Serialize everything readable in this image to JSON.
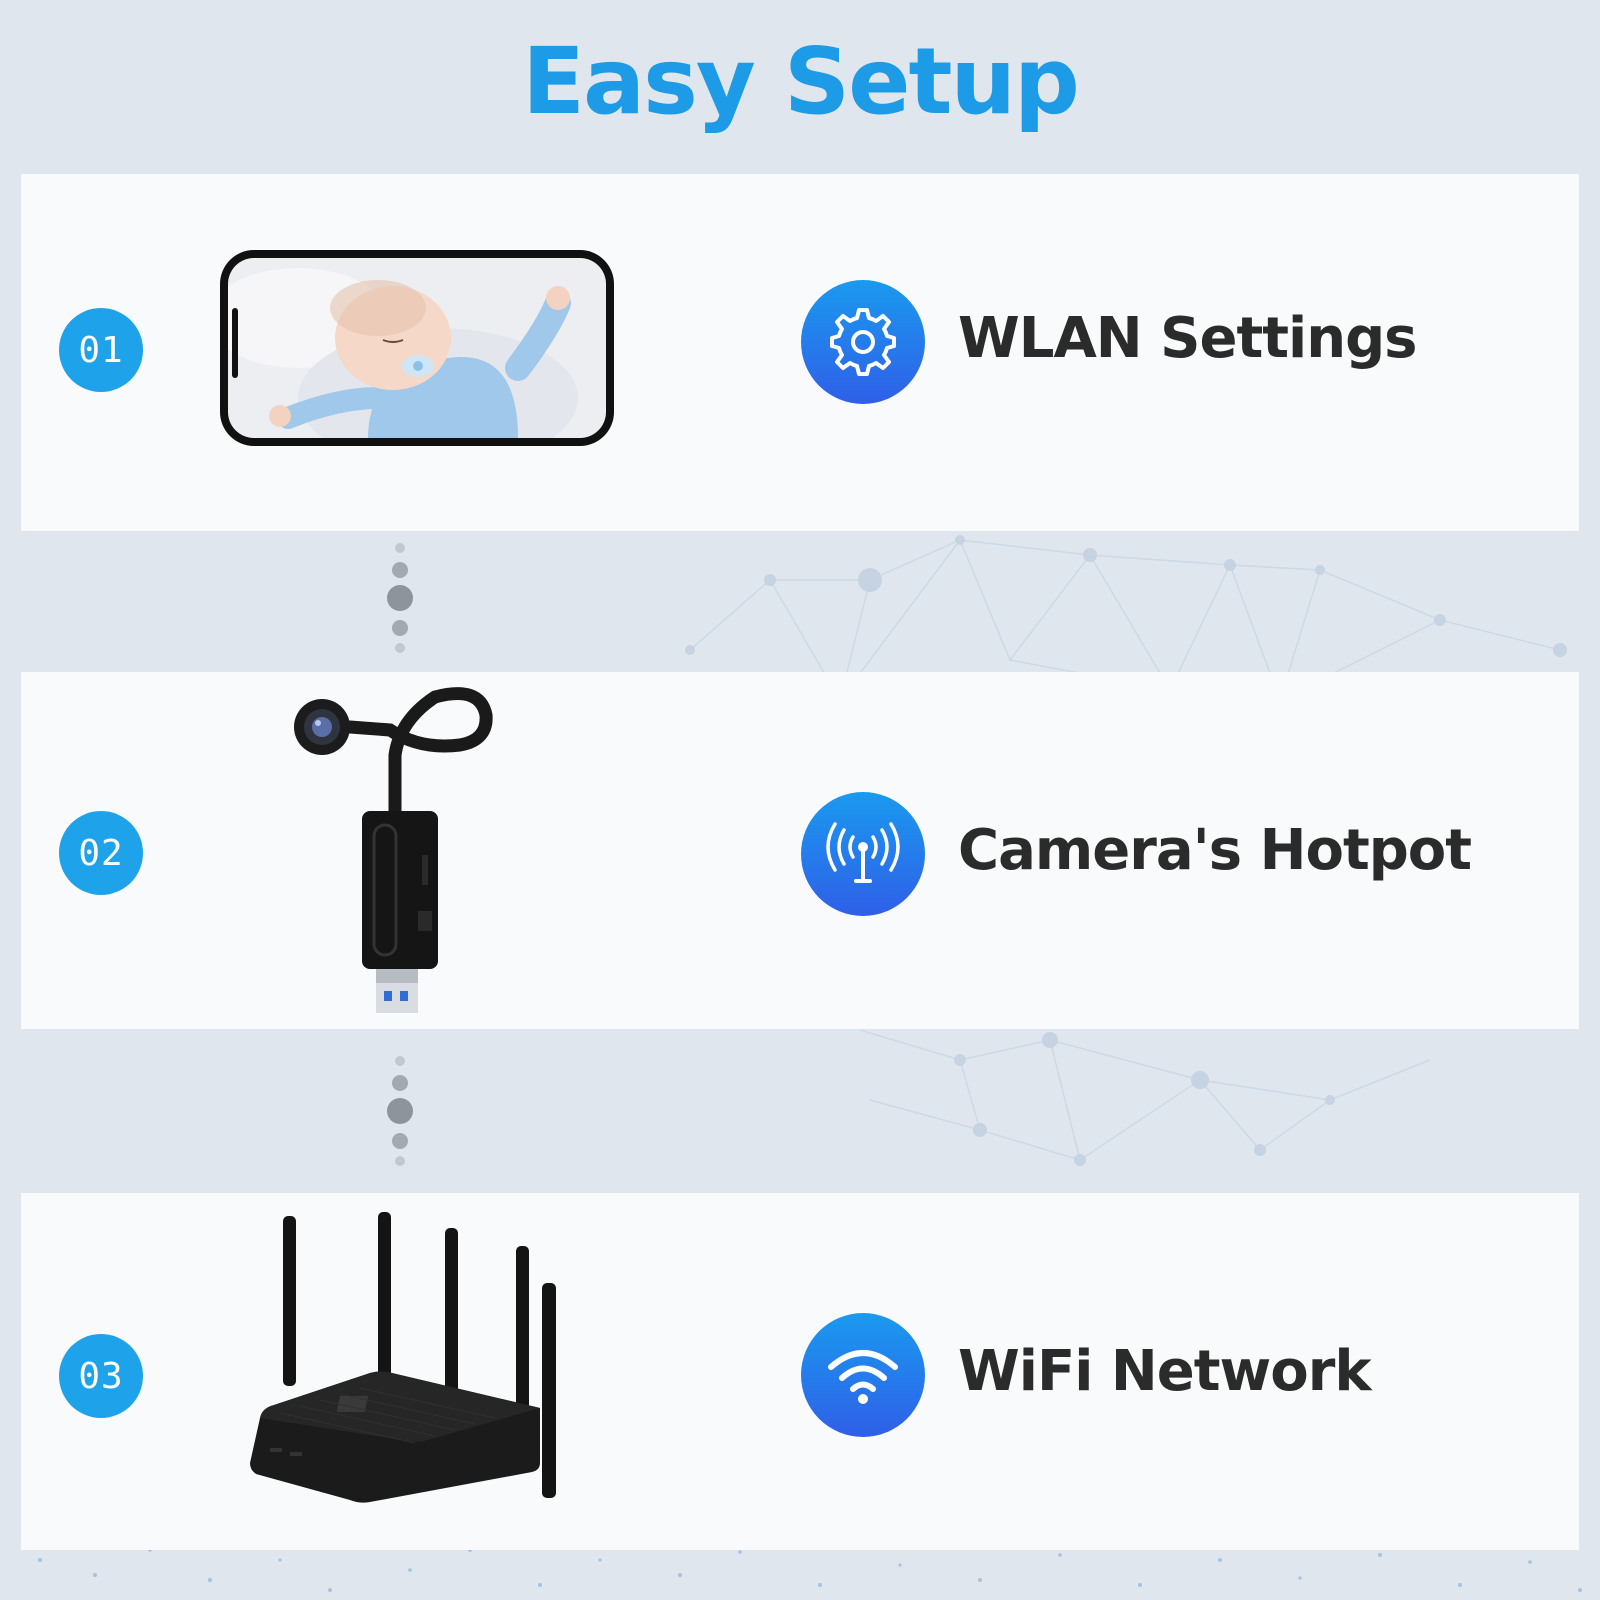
{
  "title": "Easy Setup",
  "colors": {
    "accent": "#1e9be6",
    "icon_gradient_top": "#1a9aef",
    "icon_gradient_bottom": "#2f5fe8",
    "label": "#2b2b2b"
  },
  "steps": [
    {
      "number": "01",
      "label": "WLAN Settings",
      "icon": "gear-icon",
      "product": "smartphone-with-baby-image"
    },
    {
      "number": "02",
      "label": "Camera's Hotpot",
      "icon": "hotspot-antenna-icon",
      "product": "usb-camera-with-flexible-neck"
    },
    {
      "number": "03",
      "label": "WiFi Network",
      "icon": "wifi-icon",
      "product": "wifi-router-with-five-antennas"
    }
  ]
}
